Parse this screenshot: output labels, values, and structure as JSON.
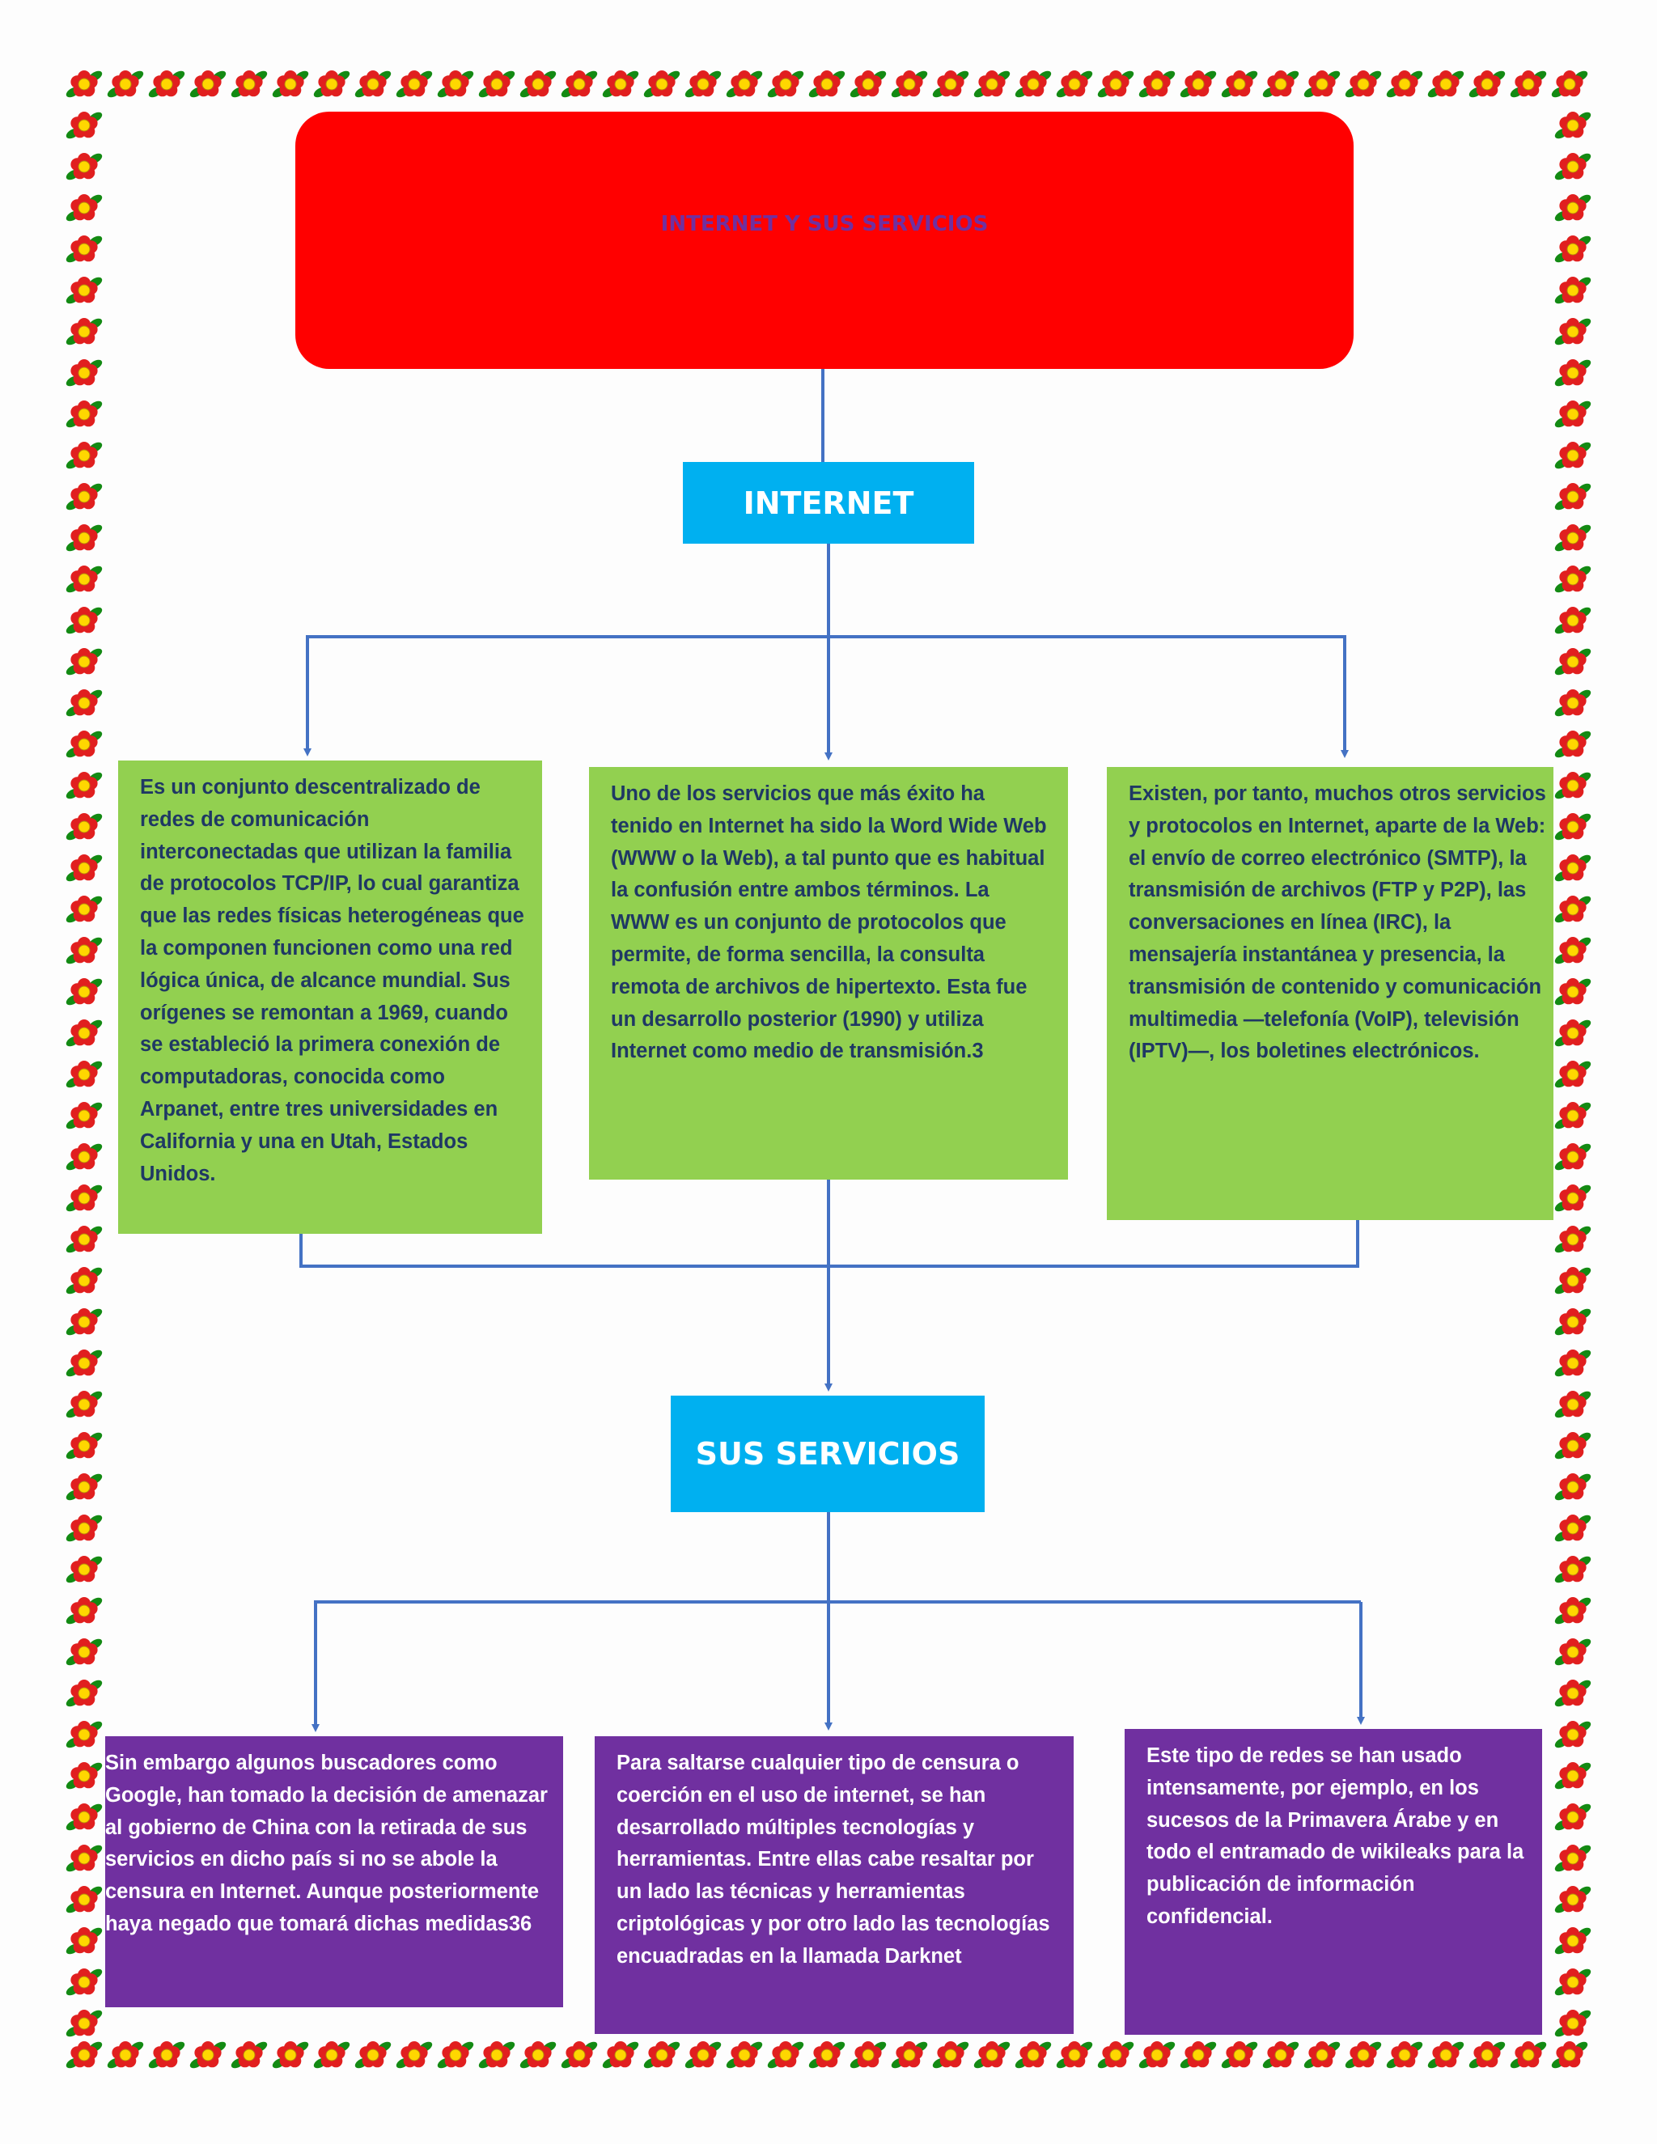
{
  "title": "INTERNET Y SUS SERVICIOS",
  "nodes": {
    "internet": "INTERNET",
    "sus_servicios": "SUS SERVICIOS"
  },
  "internet_boxes": [
    "Es un conjunto descentralizado de redes de comunicación interconectadas que utilizan la familia de protocolos TCP/IP, lo cual garantiza que las redes físicas heterogéneas que la componen funcionen como una red lógica única, de alcance mundial. Sus orígenes se remontan a 1969, cuando se estableció la primera conexión de computadoras, conocida como Arpanet, entre tres universidades en California y una en Utah, Estados Unidos.",
    "Uno de los servicios que más éxito ha tenido en Internet ha sido la Word Wide Web (WWW o la Web), a tal punto que es habitual la confusión entre ambos términos. La WWW es un conjunto de protocolos que permite, de forma sencilla, la consulta remota de archivos de hipertexto. Esta fue un desarrollo posterior (1990) y utiliza Internet como medio de transmisión.3",
    "Existen, por tanto, muchos otros servicios y protocolos en Internet, aparte de la Web: el envío de correo electrónico (SMTP), la transmisión de archivos (FTP y P2P), las conversaciones en línea (IRC), la mensajería instantánea y presencia, la transmisión de contenido y comunicación multimedia —telefonía (VoIP), televisión (IPTV)—, los boletines electrónicos."
  ],
  "servicios_boxes": [
    "Sin embargo algunos buscadores como Google, han tomado la decisión de amenazar al gobierno de China con la retirada de sus servicios en dicho país si no se abole la censura en Internet. Aunque posteriormente haya negado que tomará dichas medidas36",
    "Para saltarse cualquier tipo de censura o coerción en el uso de internet, se han desarrollado múltiples tecnologías y herramientas. Entre ellas cabe resaltar por un lado las técnicas y herramientas criptológicas y por otro lado las tecnologías encuadradas en la llamada Darknet",
    " Este tipo de redes se han usado intensamente, por ejemplo, en los sucesos de la Primavera Árabe y en todo el entramado de wikileaks para la publicación de información confidencial."
  ],
  "colors": {
    "title_bg": "#ff0000",
    "title_text": "#7030a0",
    "header_bg": "#00b0f0",
    "green_bg": "#92d050",
    "green_text": "#1f3864",
    "purple_bg": "#7030a0",
    "connector": "#4472c4",
    "flower_petal": "#e11f1f",
    "flower_center": "#ffd700",
    "leaf": "#138a13"
  }
}
